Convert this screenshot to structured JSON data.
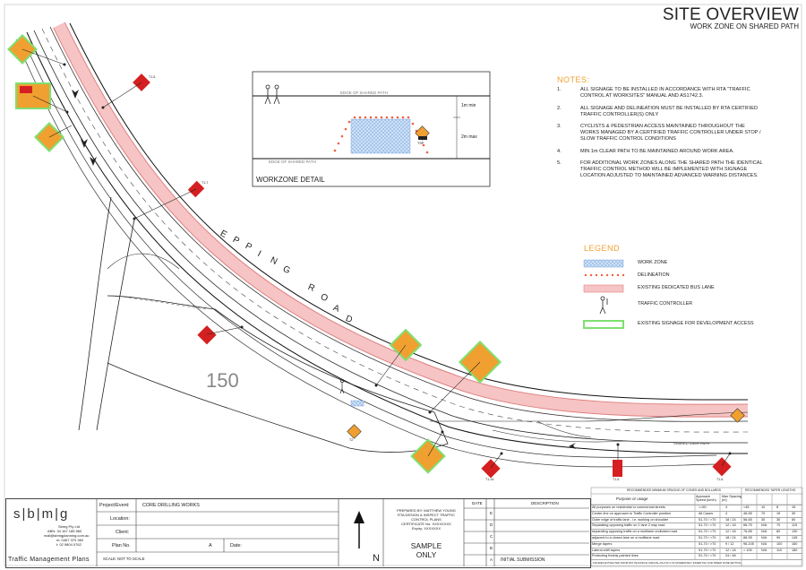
{
  "title": {
    "main": "SITE OVERVIEW",
    "sub": "WORK ZONE ON SHARED PATH"
  },
  "road_name": "EPPING ROAD",
  "lot_number": "150",
  "road_label_small": "SHARED USER PATH",
  "workzone_detail": {
    "title": "WORKZONE DETAIL",
    "edge_top": "EDGE OF SHARED PATH",
    "edge_bottom": "EDGE OF SHARED PATH",
    "dim_1": "1m min",
    "dim_2": "2m max",
    "sign_code": "T9P"
  },
  "notes": {
    "heading": "NOTES:",
    "items": [
      {
        "n": "1.",
        "text": "ALL SIGNAGE TO BE INSTALLED IN ACCORDANCE WITH RTA \"TRAFFIC CONTROL AT WORKSITES\" MANUAL AND AS1742.3."
      },
      {
        "n": "2.",
        "text": "ALL SIGNAGE AND DELINEATION MUST BE INSTALLED BY RTA CERTIFIED TRAFFIC CONTROLLER(S) ONLY"
      },
      {
        "n": "3.",
        "text": "CYCLISTS & PEDESTRIAN ACCESS MAINTAINED THROUGHOUT THE WORKS MANAGED BY A CERTIFIED TRAFFIC CONTROLLER UNDER STOP / SLOW TRAFFIC CONTROL CONDITIONS"
      },
      {
        "n": "4.",
        "text": "MIN 1m CLEAR PATH TO BE MAINTAINED AROUND WORK AREA."
      },
      {
        "n": "5.",
        "text": "FOR ADDITIONAL WORK ZONES ALONG THE SHARED PATH THE IDENTICAL TRAFFIC CONTROL METHOD WILL BE IMPLEMENTED WITH SIGNAGE LOCATION ADJUSTED TO MAINTAINED ADVANCED WARNING DISTANCES."
      }
    ]
  },
  "legend": {
    "heading": "LEGEND",
    "items": [
      {
        "label": "WORK ZONE",
        "swatch": "workzone"
      },
      {
        "label": "DELINEATION",
        "swatch": "delineation"
      },
      {
        "label": "EXISTING DEDICATED BUS LANE",
        "swatch": "buslane"
      },
      {
        "label": "TRAFFIC CONTROLLER",
        "swatch": "controller"
      },
      {
        "label": "EXISTING SIGNAGE FOR DEVELOPMENT ACCESS",
        "swatch": "existing"
      }
    ]
  },
  "sign_codes": [
    "T1-5",
    "T1-7",
    "T2",
    "T1-14",
    "T1-5",
    "T1-5"
  ],
  "titleblock": {
    "company_logo": "s|b|m|g",
    "company_name": "Sbmg Pty Ltd",
    "abn": "ABN: 34 167 185 560",
    "email": "mail@sbmgplanning.com.au",
    "mobile": "m: 0467 370 360",
    "tel": "t: 02 9804 0762",
    "footer": "Traffic Management Plans",
    "project_label": "Project/Event:",
    "project_value": "CORE DRILLING WORKS",
    "location_label": "Location:",
    "client_label": "Client:",
    "plan_label": "Plan No.",
    "plan_rev": "A",
    "date_label": "Date:",
    "scale": "SCALE: NOT TO SCALE",
    "prepared": "PREPARED BY: MATTHEW YOUNG",
    "prepared2": "RTA DESIGN & INSPECT TRAFFIC",
    "prepared3": "CONTROL PLANS",
    "cert": "CERTIFICATE No: XXXXXXXX",
    "expiry": "Expiry: XXXXXXX",
    "sample": "SAMPLE",
    "only": "ONLY",
    "north": "N",
    "rev_date_header": "DATE",
    "rev_desc_header": "DESCRIPTION",
    "revisions": [
      "E",
      "D",
      "C",
      "B",
      "A"
    ],
    "rev_a_desc": "INITIAL SUBMISSION"
  },
  "speed_table": {
    "header_left": "RECOMMENDED MINIMUM SPACING OF CONES AND BOLLARDS",
    "header_right": "RECOMMENDED TAPER LENGTHS",
    "col_purpose": "Purpose or usage",
    "col_speed": "Approach Speed (km/h)",
    "col_spacing": "Max Spacing (m)",
    "rows": [
      [
        "All purposes on residential or commercial streets",
        "<=50",
        "4"
      ],
      [
        "Center-line on approach to Traffic Controller position",
        "All Cases",
        "4"
      ],
      [
        "Outer edge of traffic lane - i.e. working on shoulder",
        "51-70 / >70",
        "18 / 24"
      ],
      [
        "Separating opposing traffic on 2 lane 2 way road",
        "51-70 / >70",
        "12 / 18"
      ],
      [
        "separating opposing traffic on a multilane undivided road",
        "51-70 / >70",
        "12 / 18"
      ],
      [
        "adjacent to a closed lane on a multilane road",
        "51-70 / >70",
        "18 / 24"
      ],
      [
        "Merge tapers",
        "51-70 / >70",
        "9 / 12"
      ],
      [
        "Lateral shift tapers",
        "51-70 / >70",
        "12 / 18"
      ],
      [
        "Protecting freshly painted lines",
        "51-70 / >70",
        "24 / 48"
      ]
    ],
    "taper_rows": [
      [
        "<45",
        "10",
        "8",
        "15"
      ],
      [
        "46-55",
        "70",
        "15",
        "30"
      ],
      [
        "56-65",
        "30",
        "30",
        "60"
      ],
      [
        "66-75",
        "N/A",
        "70",
        "115"
      ],
      [
        "76-85",
        "N/A",
        "80",
        "130"
      ],
      [
        "86-95",
        "N/A",
        "90",
        "145"
      ],
      [
        "96-105",
        "N/A",
        "100",
        "160"
      ],
      [
        "> 105",
        "N/A",
        "110",
        "180"
      ]
    ],
    "footnote": "FIGURES EXTRACTED FROM RTA TECHNICAL MANUAL AS1742.3 OF MODERATELY ESSENTIAL FOR SPEED ZONE SETTING"
  },
  "colors": {
    "bus_lane": "#f6c4c4",
    "bus_lane_edge": "#e08080",
    "work_zone": "#a8c8f0",
    "delineation": "#f06040",
    "orange": "#f0a030",
    "existing_sign": "#7ee070",
    "red_sign": "#d42020"
  }
}
